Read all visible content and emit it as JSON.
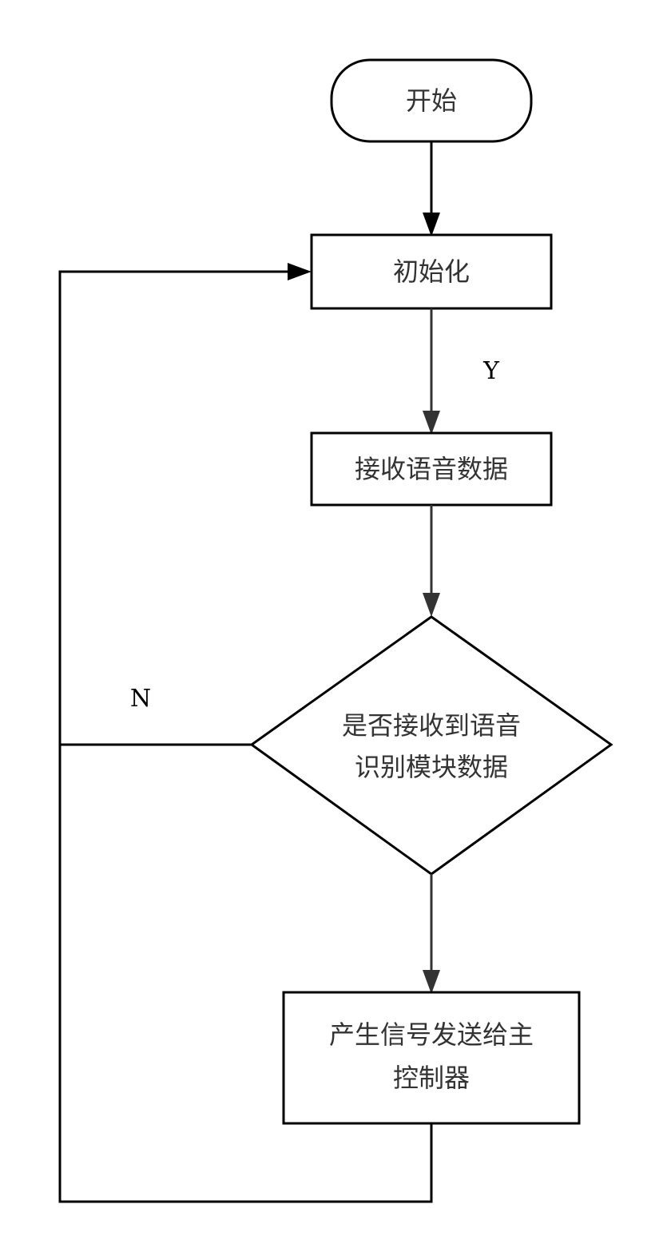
{
  "nodes": {
    "start": "开始",
    "init": "初始化",
    "receive": "接收语音数据",
    "decision": [
      "是否接收到语音",
      "识别模块数据"
    ],
    "output": [
      "产生信号发送给主",
      "控制器"
    ]
  },
  "edge_labels": {
    "yes": "Y",
    "no": "N"
  },
  "colors": {
    "stroke": "#000000",
    "edge": "#333333",
    "text": "#333333",
    "background": "#ffffff"
  }
}
